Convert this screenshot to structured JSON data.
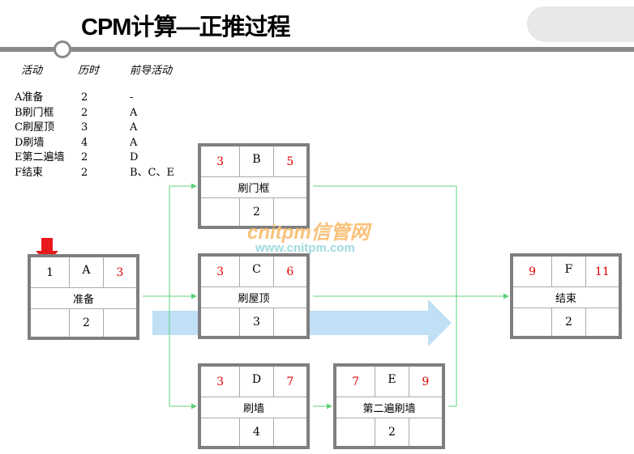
{
  "title": "CPM计算—正推过程",
  "table": {
    "headers": [
      "活动",
      "历时",
      "前导活动"
    ],
    "rows": [
      [
        "A准备",
        "2",
        "-"
      ],
      [
        "B刷门框",
        "2",
        "A"
      ],
      [
        "C刷屋顶",
        "3",
        "A"
      ],
      [
        "D刷墙",
        "4",
        "A"
      ],
      [
        "E第二遍墙",
        "2",
        "D"
      ],
      [
        "F结束",
        "2",
        "B、C、E"
      ]
    ]
  },
  "nodes": {
    "A": {
      "es": "1",
      "id": "A",
      "ef": "3",
      "name": "准备",
      "dur": "2"
    },
    "B": {
      "es": "3",
      "id": "B",
      "ef": "5",
      "name": "刷门框",
      "dur": "2"
    },
    "C": {
      "es": "3",
      "id": "C",
      "ef": "6",
      "name": "刷屋顶",
      "dur": "3"
    },
    "D": {
      "es": "3",
      "id": "D",
      "ef": "7",
      "name": "刷墙",
      "dur": "4"
    },
    "E": {
      "es": "7",
      "id": "E",
      "ef": "9",
      "name": "第二遍刷墙",
      "dur": "2"
    },
    "F": {
      "es": "9",
      "id": "F",
      "ef": "11",
      "name": "结束",
      "dur": "2"
    }
  },
  "watermark": {
    "brand": "cnitpm信管网",
    "url": "www.cnitpm.com"
  },
  "colors": {
    "arrow": "#5fd07a",
    "flow": "#bfe0f5",
    "start": "#e8191b"
  }
}
